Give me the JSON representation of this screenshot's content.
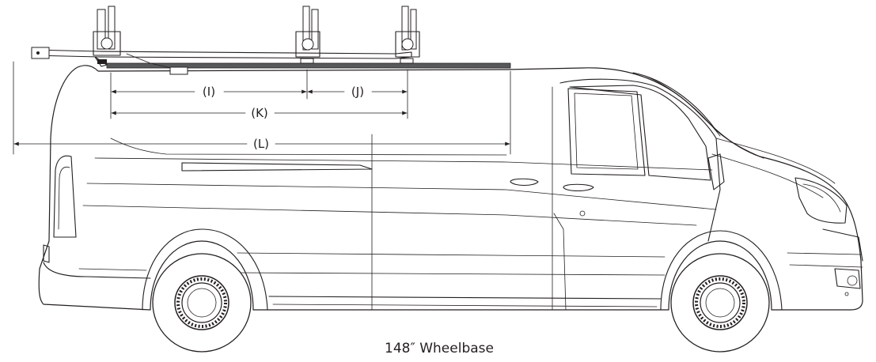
{
  "dimensions": {
    "i_label": "(I)",
    "j_label": "(J)",
    "k_label": "(K)",
    "l_label": "(L)"
  },
  "caption": "148″ Wheelbase",
  "colors": {
    "line": "#231f20",
    "rail": "#58595b",
    "background": "#ffffff"
  }
}
